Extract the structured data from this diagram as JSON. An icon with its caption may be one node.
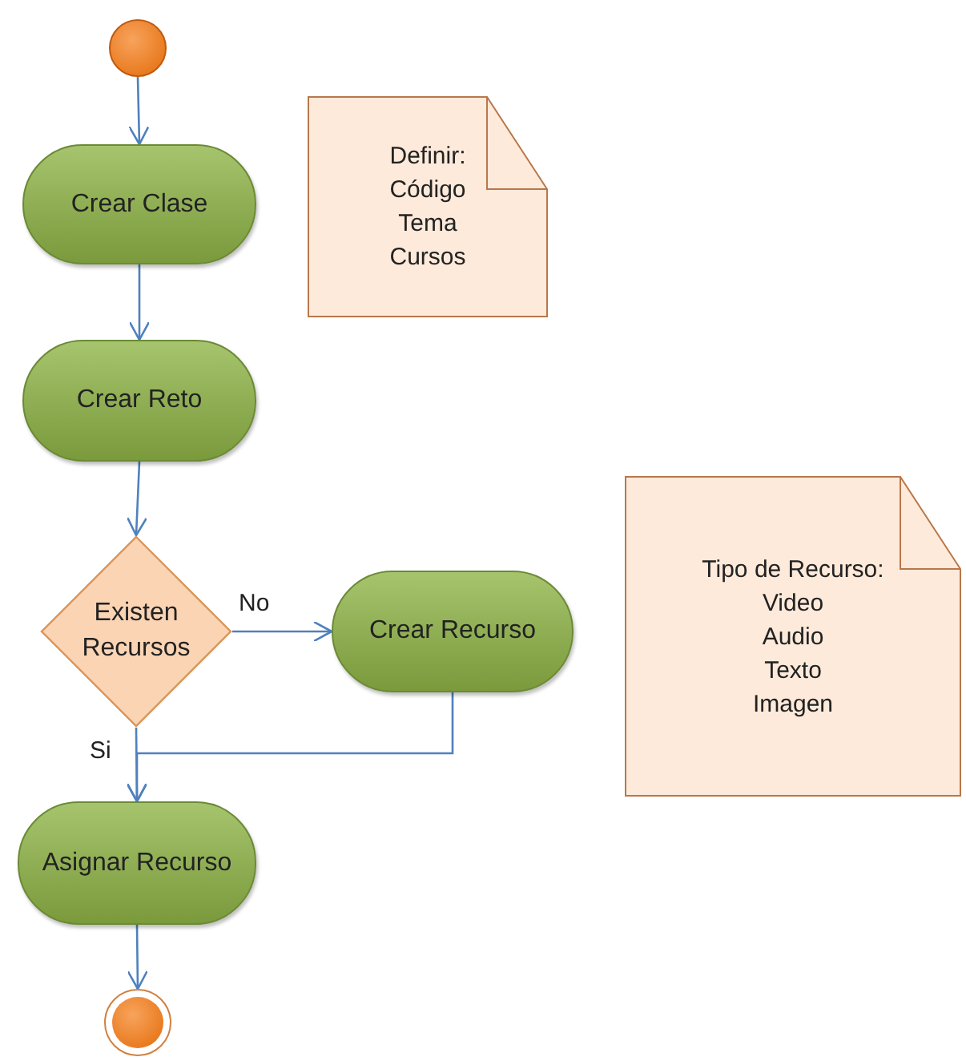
{
  "diagram": {
    "nodes": [
      {
        "text": [],
        "shape": "circle"
      },
      {
        "text": [
          "Crear Clase"
        ]
      },
      {
        "text": [
          "Definir:",
          "Código",
          "Tema",
          "Cursos"
        ]
      },
      {
        "text": [
          "Crear Reto"
        ]
      },
      {
        "text": [
          "Existen Recursos"
        ]
      },
      {
        "text": [
          "Crear Recurso"
        ]
      },
      {
        "text": [
          "Asignar Recurso"
        ]
      },
      {
        "text": [],
        "shape": "circle"
      },
      {
        "text": [
          "Tipo de Recurso:",
          "Video",
          "Audio",
          "Texto",
          "Imagen"
        ]
      }
    ],
    "edges": [
      {
        "from": 0,
        "to": 1,
        "arrow": "to"
      },
      {
        "from": 1,
        "to": 3,
        "arrow": "to"
      },
      {
        "from": 3,
        "to": 4,
        "arrow": "to"
      },
      {
        "from": 4,
        "to": 5,
        "arrow": "to",
        "label": "No"
      },
      {
        "from": 4,
        "to": 6,
        "arrow": "to",
        "label": "Si"
      },
      {
        "from": 5,
        "to": 6,
        "arrow": "to"
      },
      {
        "from": 6,
        "to": 7,
        "arrow": "to"
      }
    ]
  }
}
